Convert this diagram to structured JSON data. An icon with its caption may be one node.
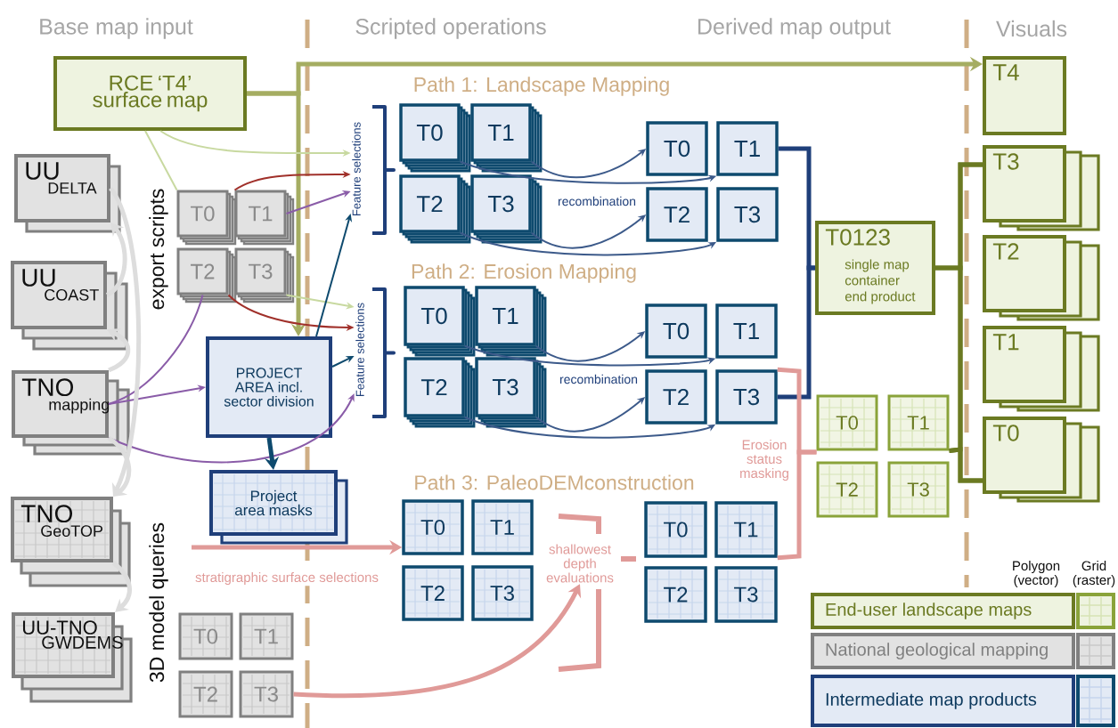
{
  "diagram": {
    "nodes": [
      {
        "text": [
          "RCE ‘T4’ surface map"
        ]
      },
      {
        "text": [
          "UU",
          "DELTA"
        ]
      },
      {
        "text": [
          "UU",
          "COAST"
        ]
      },
      {
        "text": [
          "TNO",
          "mapping"
        ]
      },
      {
        "text": [
          "TNO",
          "GeoTOP"
        ]
      },
      {
        "text": [
          "UU-TNO",
          "GWDEMS"
        ]
      },
      {
        "text": [
          "T0"
        ]
      },
      {
        "text": [
          "T1"
        ]
      },
      {
        "text": [
          "T2"
        ]
      },
      {
        "text": [
          "T3"
        ]
      },
      {
        "text": [
          "PROJECT AREA incl. sector division"
        ]
      },
      {
        "text": [
          "Project area masks"
        ]
      },
      {
        "text": [
          "T0"
        ]
      },
      {
        "text": [
          "T1"
        ]
      },
      {
        "text": [
          "T2"
        ]
      },
      {
        "text": [
          "T3"
        ]
      },
      {
        "text": [
          "T0"
        ]
      },
      {
        "text": [
          "T1"
        ]
      },
      {
        "text": [
          "T2"
        ]
      },
      {
        "text": [
          "T3"
        ]
      },
      {
        "text": [
          "T0"
        ]
      },
      {
        "text": [
          "T1"
        ]
      },
      {
        "text": [
          "T2"
        ]
      },
      {
        "text": [
          "T3"
        ]
      },
      {
        "text": [
          "T0"
        ]
      },
      {
        "text": [
          "T1"
        ]
      },
      {
        "text": [
          "T2"
        ]
      },
      {
        "text": [
          "T3"
        ]
      },
      {
        "text": [
          "T0"
        ]
      },
      {
        "text": [
          "T1"
        ]
      },
      {
        "text": [
          "T2"
        ]
      },
      {
        "text": [
          "T3"
        ]
      },
      {
        "text": [
          "T0"
        ]
      },
      {
        "text": [
          "T1"
        ]
      },
      {
        "text": [
          "T2"
        ]
      },
      {
        "text": [
          "T3"
        ]
      },
      {
        "text": [
          "T0"
        ]
      },
      {
        "text": [
          "T1"
        ]
      },
      {
        "text": [
          "T2"
        ]
      },
      {
        "text": [
          "T3"
        ]
      },
      {
        "text": [
          "T0123",
          "single map container end product"
        ]
      },
      {
        "text": [
          "T0"
        ]
      },
      {
        "text": [
          "T1"
        ]
      },
      {
        "text": [
          "T2"
        ]
      },
      {
        "text": [
          "T3"
        ]
      },
      {
        "text": [
          "T4"
        ]
      },
      {
        "text": [
          "T3"
        ]
      },
      {
        "text": [
          "T2"
        ]
      },
      {
        "text": [
          "T1"
        ]
      },
      {
        "text": [
          "T0"
        ]
      },
      {
        "text": [
          "Feature selections"
        ]
      },
      {
        "text": [
          "Feature selections"
        ]
      },
      {
        "text": [
          "shallowest depth evaluations"
        ]
      }
    ],
    "edges": [
      {
        "from": 0,
        "to": 45,
        "arrow": "to",
        "style": "thick",
        "color": "#a5ad62"
      },
      {
        "from": 0,
        "to": 10,
        "arrow": "to",
        "style": "thick",
        "color": "#a5ad62"
      },
      {
        "from": 0,
        "to": 6,
        "arrow": "none",
        "color": "#c8d9a0"
      },
      {
        "from": 0,
        "to": 50,
        "arrow": "to",
        "color": "#c8d9a0"
      },
      {
        "from": 9,
        "to": 51,
        "arrow": "to",
        "color": "#c8d9a0"
      },
      {
        "from": 7,
        "to": 50,
        "arrow": "to",
        "color": "#a0302a"
      },
      {
        "from": 8,
        "to": 51,
        "arrow": "to",
        "color": "#a0302a"
      },
      {
        "from": 7,
        "to": 50,
        "arrow": "to",
        "color": "#8a5ca8"
      },
      {
        "from": 3,
        "to": 8,
        "arrow": "none",
        "color": "#8a5ca8"
      },
      {
        "from": 3,
        "to": 10,
        "arrow": "to",
        "color": "#8a5ca8"
      },
      {
        "from": 3,
        "to": 51,
        "arrow": "to",
        "color": "#8a5ca8"
      },
      {
        "from": 10,
        "to": 50,
        "arrow": "to",
        "color": "#0e4a6e"
      },
      {
        "from": 10,
        "to": 51,
        "arrow": "to",
        "color": "#0e4a6e"
      },
      {
        "from": 10,
        "to": 11,
        "arrow": "to",
        "style": "thick",
        "color": "#0e4a6e"
      },
      {
        "from": 2,
        "to": 1,
        "arrow": "to",
        "style": "thick",
        "color": "#dddddd"
      },
      {
        "from": 3,
        "to": 2,
        "arrow": "to",
        "style": "thick",
        "color": "#dddddd"
      },
      {
        "from": 1,
        "to": 4,
        "arrow": "to",
        "style": "thick",
        "color": "#dddddd"
      },
      {
        "from": 3,
        "to": 4,
        "arrow": "to",
        "style": "thick",
        "color": "#dddddd"
      },
      {
        "from": 4,
        "to": 5,
        "arrow": "to",
        "style": "thick",
        "color": "#dddddd"
      },
      {
        "from": 16,
        "to": 21,
        "arrow": "to"
      },
      {
        "from": 17,
        "to": 20,
        "arrow": "to"
      },
      {
        "from": 18,
        "to": 23,
        "arrow": "to"
      },
      {
        "from": 19,
        "to": 22,
        "arrow": "to"
      },
      {
        "from": 24,
        "to": 29,
        "arrow": "to"
      },
      {
        "from": 25,
        "to": 28,
        "arrow": "to"
      },
      {
        "from": 26,
        "to": 31,
        "arrow": "to"
      },
      {
        "from": 27,
        "to": 30,
        "arrow": "to"
      },
      {
        "from": null,
        "to": 32,
        "arrow": "to",
        "label": "stratigraphic surface selections",
        "style": "thick",
        "color": "#e09a98"
      },
      {
        "from": 15,
        "to": 52,
        "arrow": "to",
        "style": "thick",
        "color": "#e09a98"
      },
      {
        "from": 21,
        "to": 40,
        "arrow": "none",
        "style": "thick",
        "color": "#1f3f7a"
      },
      {
        "from": 31,
        "to": 40,
        "arrow": "none",
        "style": "thick",
        "color": "#1f3f7a"
      },
      {
        "from": 31,
        "to": 41,
        "arrow": "none",
        "style": "thick",
        "color": "#e09a98"
      },
      {
        "from": 37,
        "to": 41,
        "arrow": "none",
        "style": "thick",
        "color": "#e09a98"
      },
      {
        "from": 40,
        "to": 46,
        "arrow": "none",
        "style": "thick",
        "color": "#6b7a22"
      },
      {
        "from": 40,
        "to": 49,
        "arrow": "none",
        "style": "thick",
        "color": "#6b7a22"
      },
      {
        "from": 42,
        "to": 46,
        "arrow": "none",
        "style": "thick",
        "color": "#6b7a22"
      },
      {
        "from": 42,
        "to": 49,
        "arrow": "none",
        "style": "thick",
        "color": "#6b7a22"
      }
    ],
    "labels": [
      "Base map input",
      "Scripted operations",
      "Derived map output",
      "Visuals",
      "export scripts",
      "Path 1: Landscape Mapping",
      "recombination",
      "Path 2: Erosion Mapping",
      "recombination",
      "Erosion status masking",
      "Path 3: PaleoDEMconstruction",
      "3D model queries",
      "Polygon (vector)",
      "Grid (raster)"
    ],
    "legend": [
      {
        "text": "End-user landscape maps",
        "color": "#eef3e0"
      },
      {
        "text": "National geological mapping",
        "color": "#e2e2e2"
      },
      {
        "text": "Intermediate map products",
        "color": "#e3eaf5"
      }
    ]
  }
}
